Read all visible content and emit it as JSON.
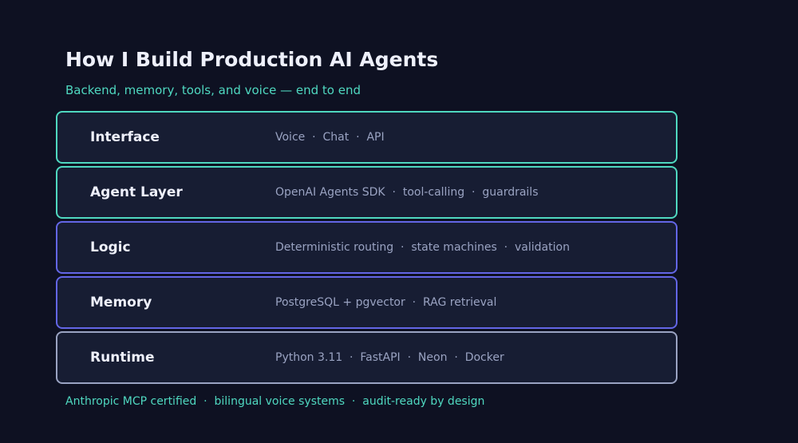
{
  "title": "How I Build Production AI Agents",
  "subtitle": "Backend, memory, tools, and voice — end to end",
  "layers": [
    {
      "label": "Interface",
      "detail": "Voice  ·  Chat  ·  API",
      "border_top": "#4fd8c0",
      "border_bottom": "#4fd8c0"
    },
    {
      "label": "Agent Layer",
      "detail": "OpenAI Agents SDK  ·  tool-calling  ·  guardrails",
      "border_top": "#4fd8c0",
      "border_bottom": "#4fd8c0"
    },
    {
      "label": "Logic",
      "detail": "Deterministic routing  ·  state machines  ·  validation",
      "border_top": "#6366e6",
      "border_bottom": "#6366e6"
    },
    {
      "label": "Memory",
      "detail": "PostgreSQL + pgvector  ·  RAG retrieval",
      "border_top": "#6366e6",
      "border_bottom": "#6366e6"
    },
    {
      "label": "Runtime",
      "detail": "Python 3.11  ·  FastAPI  ·  Neon  ·  Docker",
      "border_top": "#9aa3c2",
      "border_bottom": "#9aa3c2"
    }
  ],
  "footer": "Anthropic MCP certified  ·  bilingual voice systems  ·  audit-ready by design",
  "colors": {
    "background": "#0e1122",
    "box_fill": "#171d33",
    "title": "#eef0fb",
    "accent_teal": "#4fd8c0",
    "accent_indigo": "#6366e6",
    "muted": "#9aa3c2"
  }
}
